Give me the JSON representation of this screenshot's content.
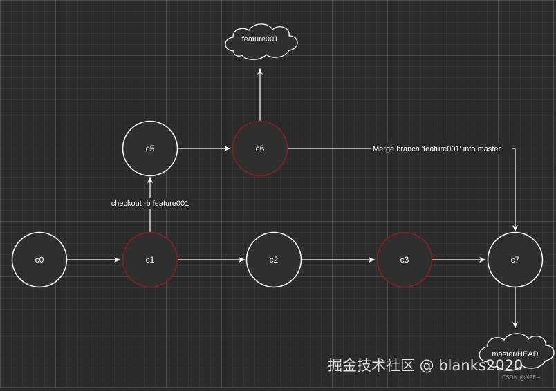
{
  "colors": {
    "background": "#2b2b2b",
    "node_fill": "#2f2f2f",
    "node_stroke_default": "#ffffff",
    "node_stroke_highlight": "#8b1f1f",
    "edge": "#ffffff"
  },
  "nodes": [
    {
      "id": "c0",
      "label": "c0",
      "highlight": false
    },
    {
      "id": "c1",
      "label": "c1",
      "highlight": true
    },
    {
      "id": "c2",
      "label": "c2",
      "highlight": false
    },
    {
      "id": "c3",
      "label": "c3",
      "highlight": true
    },
    {
      "id": "c5",
      "label": "c5",
      "highlight": false
    },
    {
      "id": "c6",
      "label": "c6",
      "highlight": true
    },
    {
      "id": "c7",
      "label": "c7",
      "highlight": false
    }
  ],
  "clouds": [
    {
      "id": "feature001",
      "label": "feature001"
    },
    {
      "id": "master",
      "label": "master/HEAD"
    }
  ],
  "edges": [
    {
      "from": "c0",
      "to": "c1",
      "label": ""
    },
    {
      "from": "c1",
      "to": "c2",
      "label": ""
    },
    {
      "from": "c2",
      "to": "c3",
      "label": ""
    },
    {
      "from": "c3",
      "to": "c7",
      "label": ""
    },
    {
      "from": "c1",
      "to": "c5",
      "label": "checkout -b feature001"
    },
    {
      "from": "c5",
      "to": "c6",
      "label": ""
    },
    {
      "from": "c6",
      "to": "feature001",
      "label": ""
    },
    {
      "from": "c6",
      "to": "c7",
      "label": "Merge branch 'feature001' into master"
    },
    {
      "from": "c7",
      "to": "master",
      "label": ""
    }
  ],
  "watermark": "掘金技术社区 @ blanks2020",
  "csdn_mark": "CSDN @NPE~"
}
